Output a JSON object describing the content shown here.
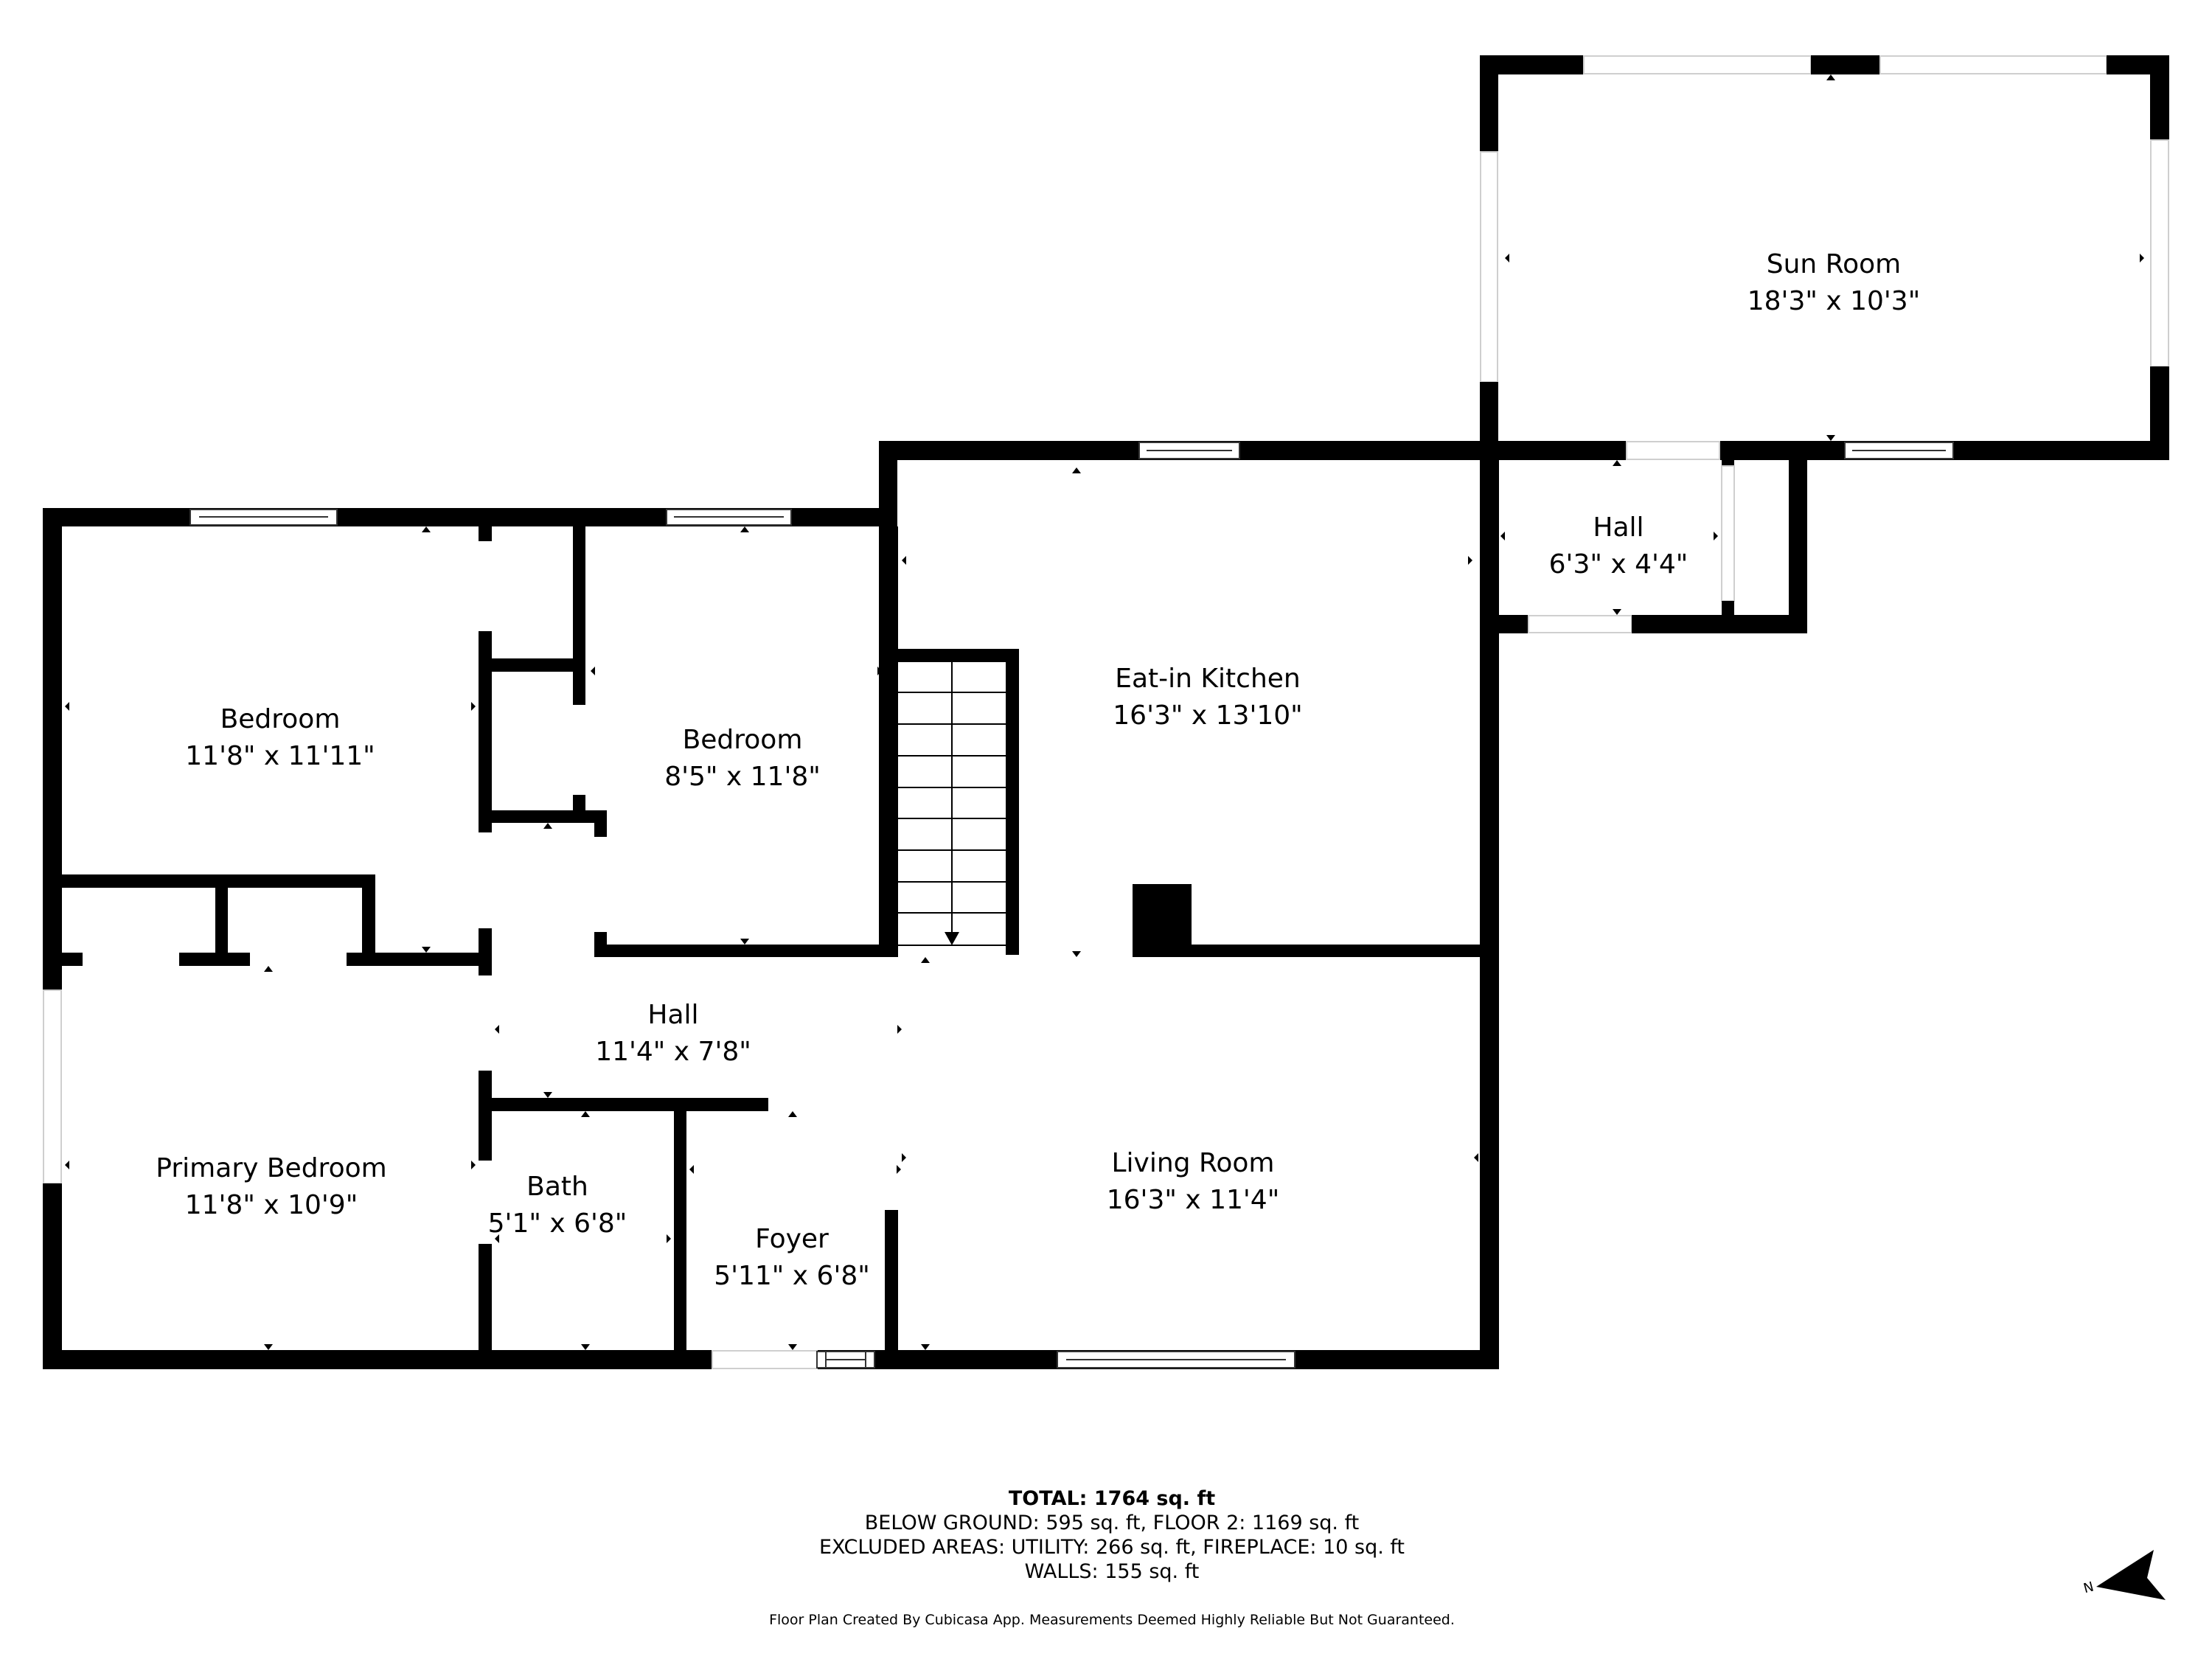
{
  "rooms": {
    "sun_room": {
      "name": "Sun Room",
      "dims": "18'3\" x 10'3\""
    },
    "hall_small": {
      "name": "Hall",
      "dims": "6'3\" x 4'4\""
    },
    "kitchen": {
      "name": "Eat-in Kitchen",
      "dims": "16'3\" x 13'10\""
    },
    "bedroom_1": {
      "name": "Bedroom",
      "dims": "11'8\" x 11'11\""
    },
    "bedroom_2": {
      "name": "Bedroom",
      "dims": "8'5\" x 11'8\""
    },
    "hall_main": {
      "name": "Hall",
      "dims": "11'4\" x 7'8\""
    },
    "primary_bedroom": {
      "name": "Primary Bedroom",
      "dims": "11'8\" x 10'9\""
    },
    "bath": {
      "name": "Bath",
      "dims": "5'1\" x 6'8\""
    },
    "foyer": {
      "name": "Foyer",
      "dims": "5'11\" x 6'8\""
    },
    "living_room": {
      "name": "Living Room",
      "dims": "16'3\" x 11'4\""
    }
  },
  "summary": {
    "total": "TOTAL: 1764 sq. ft",
    "floors": "BELOW GROUND: 595 sq. ft, FLOOR 2: 1169 sq. ft",
    "excluded": "EXCLUDED AREAS: UTILITY: 266 sq. ft, FIREPLACE: 10 sq. ft",
    "walls": "WALLS: 155 sq. ft"
  },
  "disclaimer": "Floor Plan Created By Cubicasa App. Measurements Deemed Highly Reliable But Not Guaranteed.",
  "compass": {
    "label": "N",
    "icon": "north-arrow-icon"
  },
  "colors": {
    "wall": "#000000",
    "background": "#ffffff",
    "window_stroke": "#333333"
  }
}
